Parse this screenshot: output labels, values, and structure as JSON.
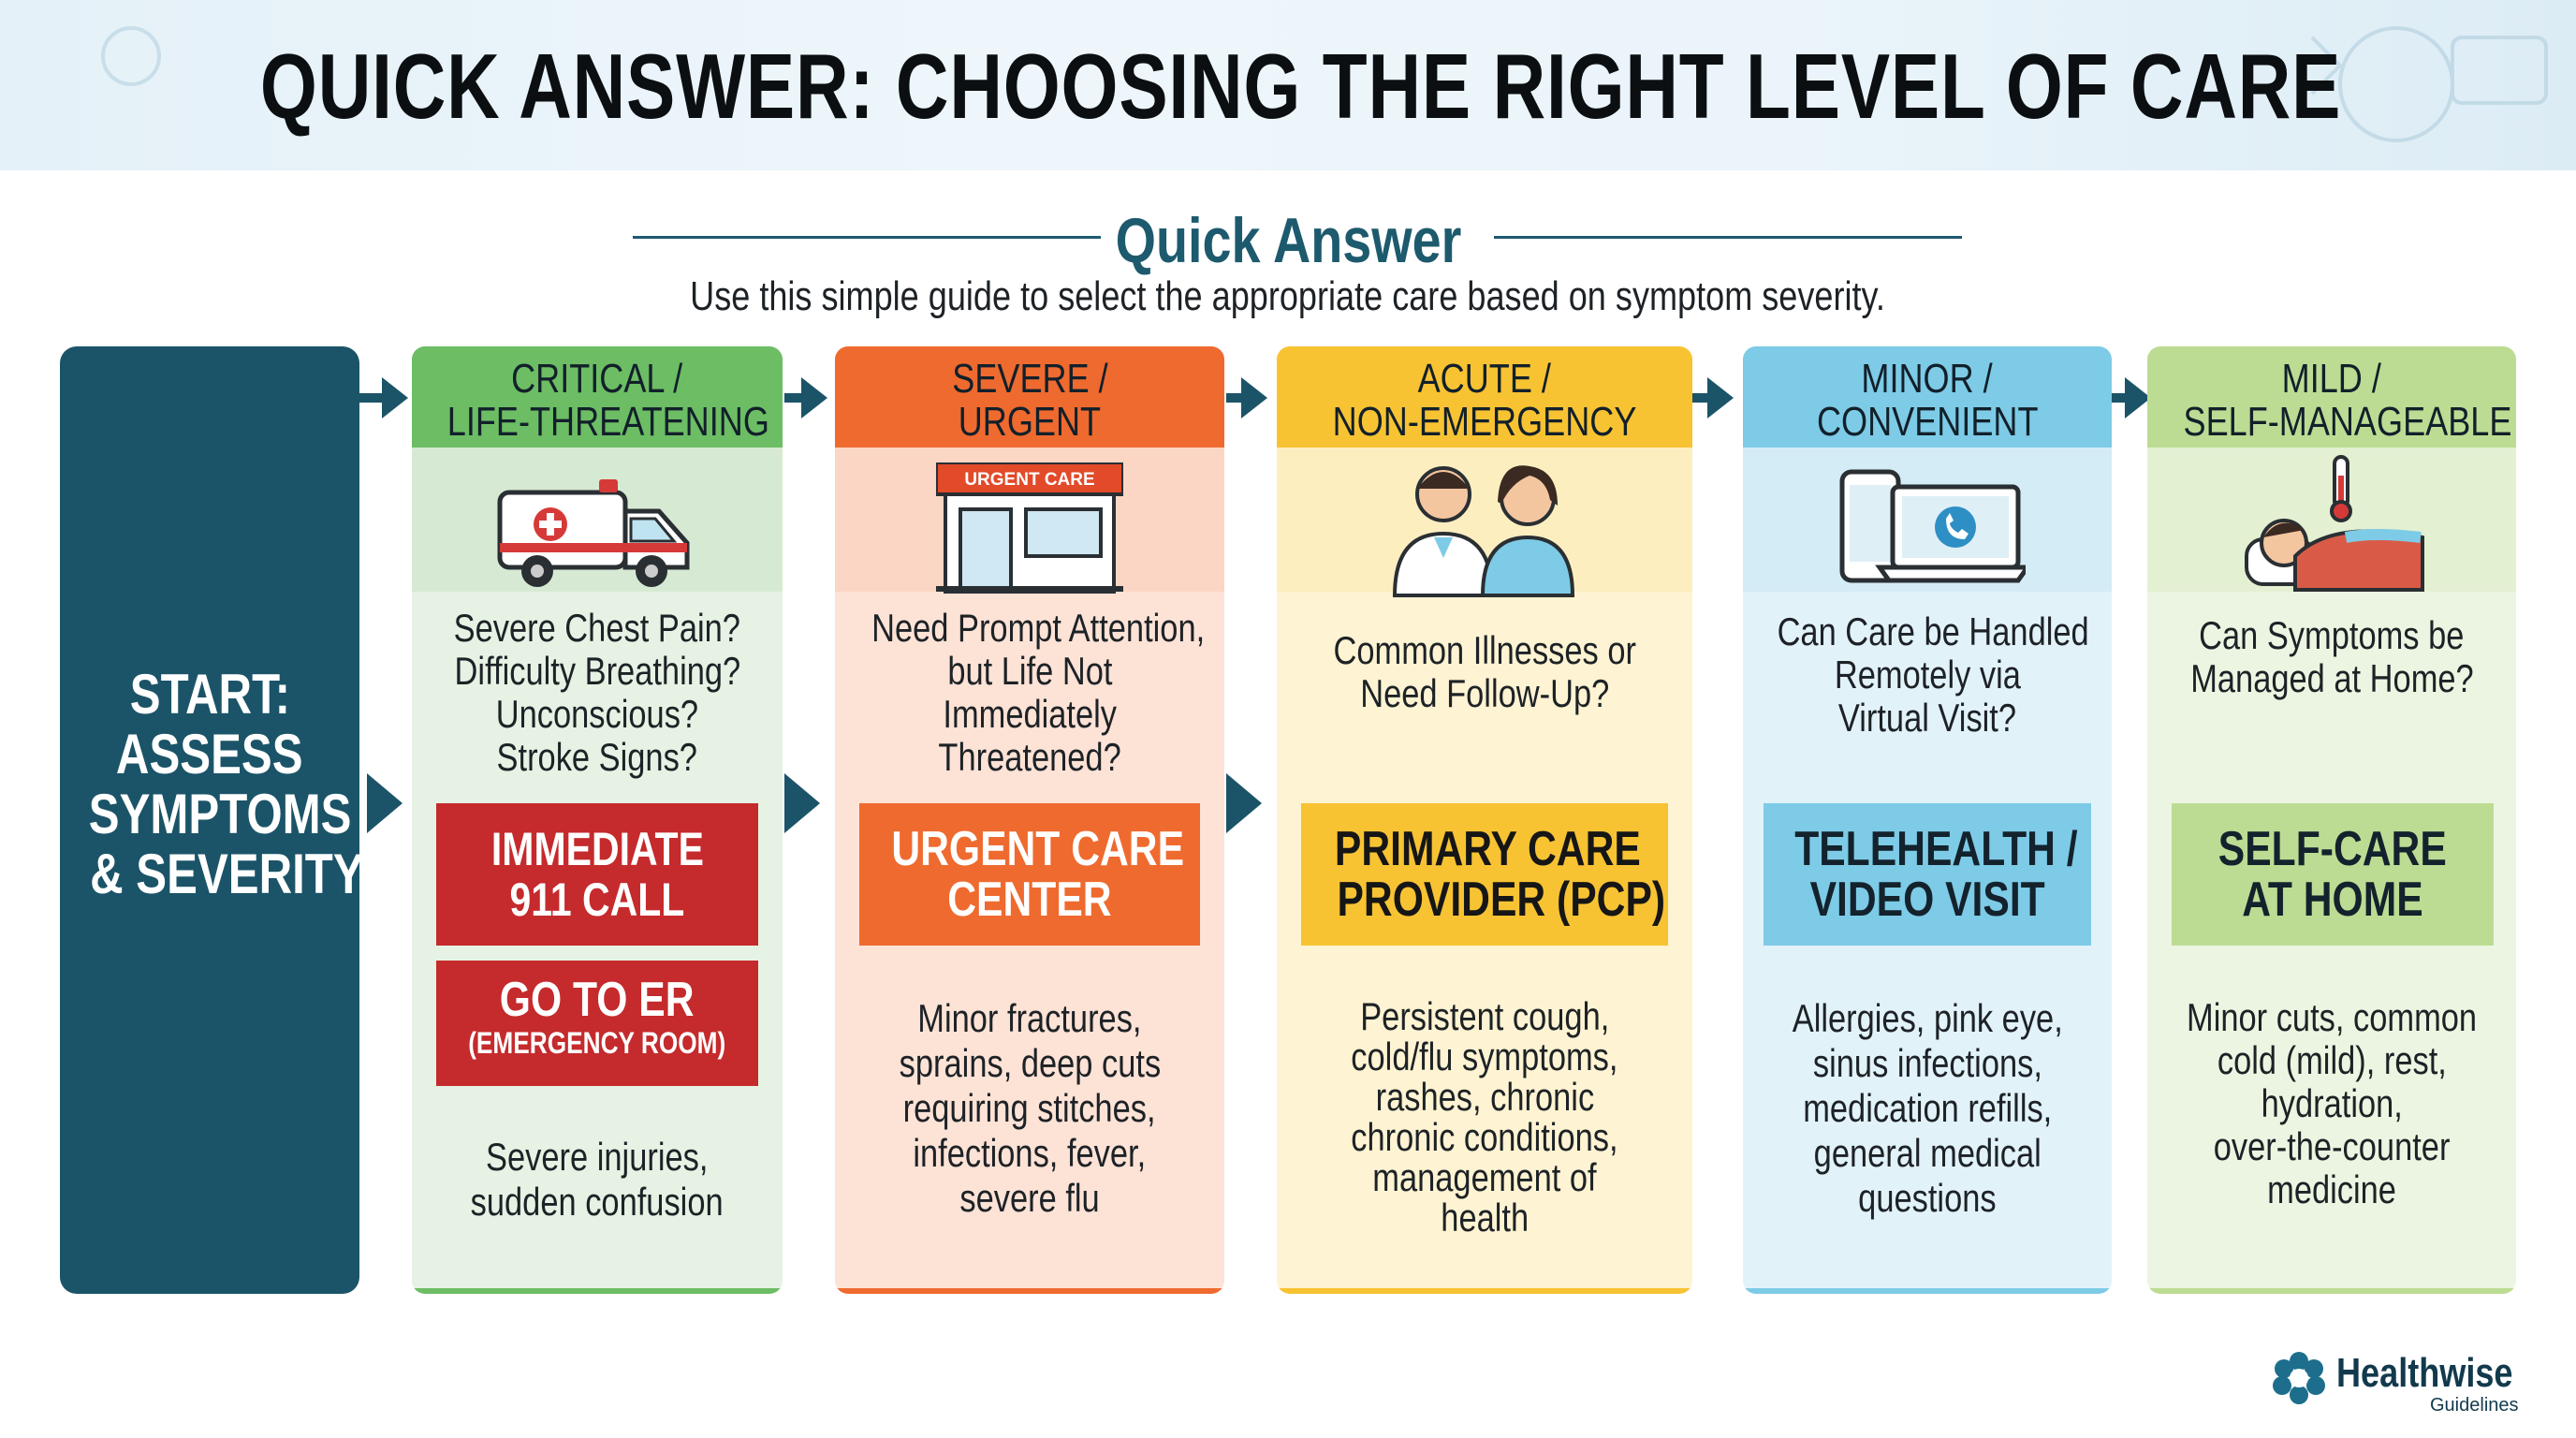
{
  "header": {
    "title": "QUICK ANSWER: CHOOSING THE RIGHT LEVEL OF CARE"
  },
  "intro": {
    "heading": "Quick Answer",
    "subtitle": "Use this simple guide to select the appropriate care based on symptom severity."
  },
  "start": {
    "line1": "START:",
    "line2": "ASSESS",
    "line3": "SYMPTOMS",
    "line4": "& SEVERITY"
  },
  "columns": [
    {
      "head1": "CRITICAL /",
      "head2": "LIFE-THREATENING",
      "icon": "ambulance-icon",
      "question": [
        "Severe Chest Pain?",
        "Difficulty Breathing?",
        "Unconscious?",
        "Stroke Signs?"
      ],
      "box1": [
        "IMMEDIATE",
        "911 CALL"
      ],
      "box2_main": "GO TO ER",
      "box2_sub": "(EMERGENCY ROOM)",
      "examples": [
        "Severe injuries,",
        "sudden confusion"
      ],
      "colors": {
        "header": "#6cbd64",
        "light": "#d6ead3",
        "pale": "#e6f2e4",
        "box": "#c52a2c"
      }
    },
    {
      "head1": "SEVERE /",
      "head2": "URGENT",
      "icon": "urgent-care-building-icon",
      "sign": "URGENT CARE",
      "question": [
        "Need Prompt Attention,",
        "but Life Not",
        "Immediately",
        "Threatened?"
      ],
      "box1": [
        "URGENT CARE",
        "CENTER"
      ],
      "examples": [
        "Minor fractures,",
        "sprains, deep cuts",
        "requiring stitches,",
        "infections, fever,",
        "severe flu"
      ],
      "colors": {
        "header": "#ef6a2f",
        "light": "#fbd6c4",
        "pale": "#fde2d6",
        "box": "#ef6a2f"
      }
    },
    {
      "head1": "ACUTE /",
      "head2": "NON-EMERGENCY",
      "icon": "doctors-icon",
      "question": [
        "Common Illnesses or",
        "Need Follow-Up?"
      ],
      "box1": [
        "PRIMARY CARE",
        "PROVIDER (PCP)"
      ],
      "examples": [
        "Persistent cough,",
        "cold/flu symptoms,",
        "rashes, chronic",
        "chronic conditions,",
        "management of",
        "health"
      ],
      "colors": {
        "header": "#f8c332",
        "light": "#fdeec0",
        "pale": "#fef3d2",
        "box": "#f8c332"
      }
    },
    {
      "head1": "MINOR /",
      "head2": "CONVENIENT",
      "icon": "laptop-phone-icon",
      "question": [
        "Can Care be Handled",
        "Remotely via",
        "Virtual Visit?"
      ],
      "box1": [
        "TELEHEALTH /",
        "VIDEO VISIT"
      ],
      "examples": [
        "Allergies, pink eye,",
        "sinus infections,",
        "medication refills,",
        "general medical",
        "questions"
      ],
      "colors": {
        "header": "#7dcbe6",
        "light": "#d4ecf6",
        "pale": "#e2f2f9",
        "box": "#7dcbe6"
      }
    },
    {
      "head1": "MILD /",
      "head2": "SELF-MANAGEABLE",
      "icon": "resting-patient-icon",
      "question": [
        "Can Symptoms be",
        "Managed at Home?"
      ],
      "box1": [
        "SELF-CARE",
        "AT HOME"
      ],
      "examples": [
        "Minor cuts, common",
        "cold (mild), rest,",
        "hydration,",
        "over-the-counter",
        "medicine"
      ],
      "colors": {
        "header": "#bcdc93",
        "light": "#e3f0d2",
        "pale": "#ecf5e1",
        "box": "#bcdc93"
      }
    }
  ],
  "logo": {
    "name": "Healthwise",
    "sub": "Guidelines"
  }
}
